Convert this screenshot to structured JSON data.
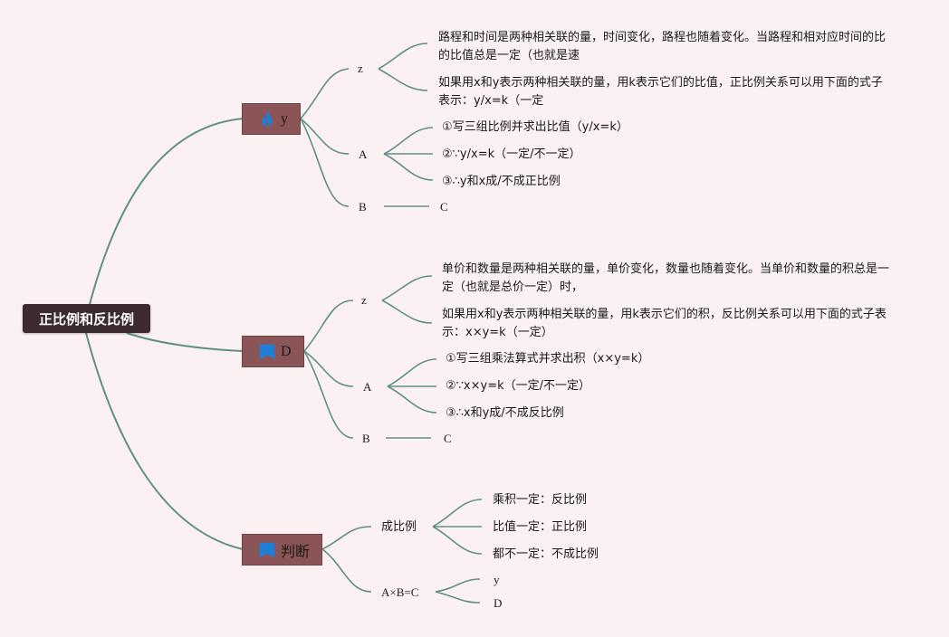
{
  "root": {
    "label": "正比例和反比例"
  },
  "branches": [
    {
      "label": "y",
      "icon": "fire-icon",
      "z": "z",
      "z_items": [
        "路程和时间是两种相关联的量，时间变化，路程也随着变化。当路程和相对应时间的比的比值总是一定（也就是速",
        "如果用x和y表示两种相关联的量，用k表示它们的比值，正比例关系可以用下面的式子表示：y/x=k（一定"
      ],
      "a": "A",
      "a_items": [
        "①写三组比例并求出比值（y/x=k）",
        "②∵y/x=k（一定/不一定）",
        "③∴y和x成/不成正比例"
      ],
      "b": "B",
      "b_child": "C"
    },
    {
      "label": "D",
      "icon": "flag-icon",
      "z": "z",
      "z_items": [
        "单价和数量是两种相关联的量，单价变化，数量也随着变化。当单价和数量的积总是一定（也就是总价一定）时，",
        "如果用x和y表示两种相关联的量，用k表示它们的积，反比例关系可以用下面的式子表示：x×y=k（一定）"
      ],
      "a": "A",
      "a_items": [
        "①写三组乘法算式并求出积（x×y=k）",
        "②∵x×y=k（一定/不一定）",
        "③∴x和y成/不成反比例"
      ],
      "b": "B",
      "b_child": "C"
    },
    {
      "label": "判断",
      "icon": "flag-icon",
      "c1": "成比例",
      "c1_items": [
        "乘积一定：反比例",
        "比值一定：正比例",
        "都不一定：不成比例"
      ],
      "c2": "A×B=C",
      "c2_items": [
        "y",
        "D"
      ]
    }
  ],
  "colors": {
    "line": "#5f9186",
    "root_bg": "#3b2a2e",
    "branch_bg": "#8b5557",
    "page_bg": "#fbf0f2",
    "icon": "#1e7fd6"
  }
}
